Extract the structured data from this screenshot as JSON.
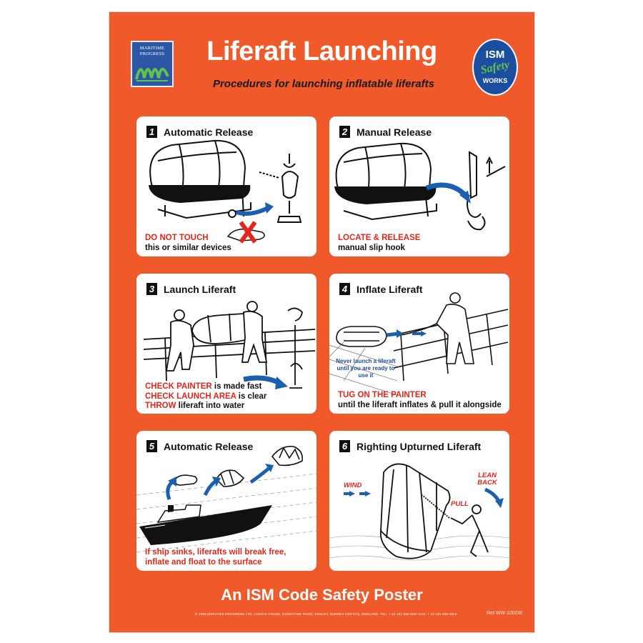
{
  "header": {
    "title": "Liferaft Launching",
    "subtitle": "Procedures for launching inflatable liferafts",
    "left_logo_text": "MARITIME PROGRESS",
    "right_logo": {
      "top": "ISM",
      "middle": "Safety",
      "bottom": "WORKS"
    }
  },
  "panels": [
    {
      "number": "1",
      "title": "Automatic Release",
      "caption_red": "DO NOT TOUCH",
      "caption_black": "this or similar devices"
    },
    {
      "number": "2",
      "title": "Manual Release",
      "caption_red": "LOCATE & RELEASE",
      "caption_black": "manual slip hook"
    },
    {
      "number": "3",
      "title": "Launch Liferaft",
      "lines": [
        {
          "red": "CHECK PAINTER",
          "black": " is made fast"
        },
        {
          "red": "CHECK LAUNCH AREA",
          "black": " is clear"
        },
        {
          "red": "THROW",
          "black": " liferaft into water"
        }
      ]
    },
    {
      "number": "4",
      "title": "Inflate Liferaft",
      "note": "Never launch a liferaft until you are ready to use it",
      "caption_red": "TUG ON THE PAINTER",
      "caption_black": "until the liferaft inflates & pull it alongside"
    },
    {
      "number": "5",
      "title": "Automatic Release",
      "caption_red": "If ship sinks, liferafts will break free, inflate and float to the surface"
    },
    {
      "number": "6",
      "title": "Righting Upturned Liferaft",
      "label_wind": "WIND",
      "label_pull": "PULL",
      "label_lean": "LEAN BACK"
    }
  ],
  "footer": {
    "title": "An ISM Code Safety Poster",
    "fine_print": "© 1996 MARITIME PROGRESS LTD, LOGICK HOUSE, GODSTONE ROAD, KENLEY, SURREY CR8 5YS, ENGLAND. TEL: + 44 181 660 8257 FAX: + 44 181 660 0945",
    "code": "Ref WW 1002W"
  },
  "colors": {
    "poster_orange": "#f05a2a",
    "caption_red": "#e4261c",
    "arrow_blue": "#1b5fb0",
    "logo_blue": "#2b57a4",
    "logo_green": "#5fc24a"
  }
}
